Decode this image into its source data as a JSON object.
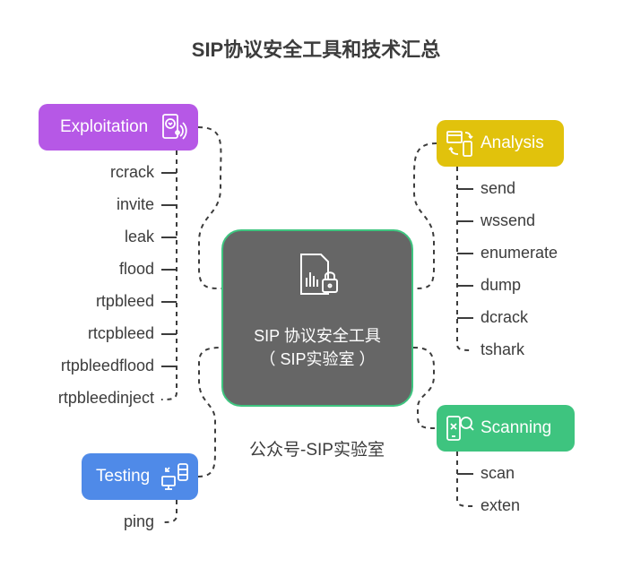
{
  "title": "SIP协议安全工具和技术汇总",
  "center": {
    "line1": "SIP 协议安全工具",
    "line2": "（ SIP实验室 ）"
  },
  "watermark": "公众号-SIP实验室",
  "branches": {
    "exploitation": {
      "label": "Exploitation",
      "color": "#b658e6",
      "icon": "brain-device-icon",
      "items": [
        "rcrack",
        "invite",
        "leak",
        "flood",
        "rtpbleed",
        "rtcpbleed",
        "rtpbleedflood",
        "rtpbleedinject"
      ]
    },
    "testing": {
      "label": "Testing",
      "color": "#4f8ae8",
      "icon": "computer-database-icon",
      "items": [
        "ping"
      ]
    },
    "analysis": {
      "label": "Analysis",
      "color": "#e1c20c",
      "icon": "devices-sync-icon",
      "items": [
        "send",
        "wssend",
        "enumerate",
        "dump",
        "dcrack",
        "tshark"
      ]
    },
    "scanning": {
      "label": "Scanning",
      "color": "#3ec47f",
      "icon": "phone-search-icon",
      "items": [
        "scan",
        "exten"
      ]
    }
  }
}
